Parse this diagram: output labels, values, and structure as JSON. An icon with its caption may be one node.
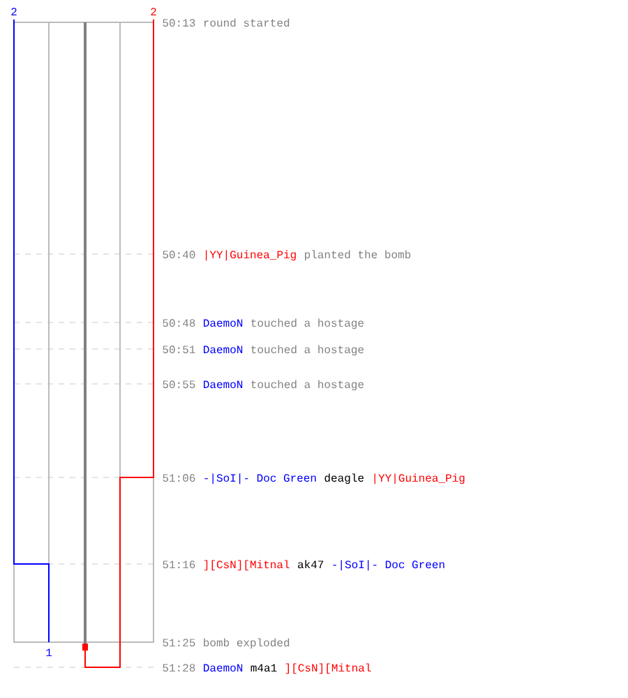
{
  "diagram": {
    "labels": [
      "2",
      "2",
      "50:13",
      "round started",
      "50:40",
      "|YY|Guinea_Pig",
      "planted the bomb",
      "50:48",
      "DaemoN",
      "touched a hostage",
      "50:51",
      "DaemoN",
      "touched a hostage",
      "50:55",
      "DaemoN",
      "touched a hostage",
      "51:06",
      "-|SoI|- Doc Green",
      "deagle",
      "|YY|Guinea_Pig",
      "51:16",
      "][CsN][Mitnal",
      "ak47",
      "-|SoI|- Doc Green",
      "51:25",
      "bomb exploded",
      "1",
      "51:28",
      "DaemoN",
      "m4a1",
      "][CsN][Mitnal"
    ]
  }
}
